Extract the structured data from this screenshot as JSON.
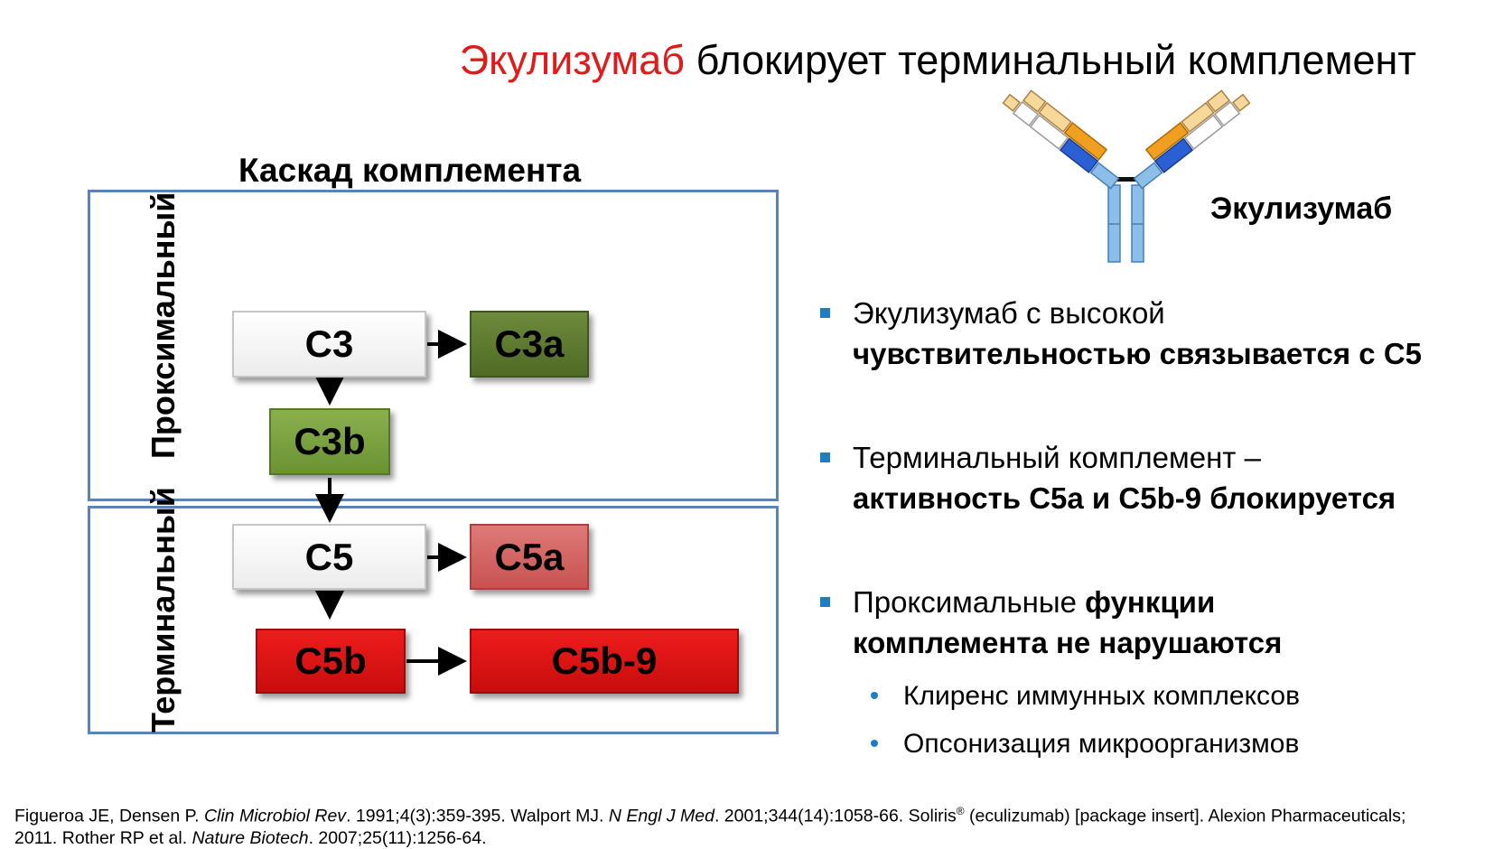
{
  "title": {
    "highlight": "Экулизумаб",
    "rest": " блокирует терминальный комплемент",
    "highlight_color": "#e11a1a"
  },
  "cascade": {
    "heading": "Каскад комплемента",
    "proximal_label": "Проксимальный",
    "terminal_label": "Терминальный",
    "box_color": "#5b83b8",
    "nodes": {
      "c3": "C3",
      "c3a": "C3a",
      "c3b": "C3b",
      "c5": "C5",
      "c5a": "C5a",
      "c5b": "C5b",
      "c5b9": "C5b-9"
    }
  },
  "antibody": {
    "label": "Экулизумаб",
    "icon": "antibody-icon"
  },
  "bullets": {
    "marker_color": "#1f7dc4",
    "b1": {
      "plain": "Экулизумаб с высокой ",
      "bold": "чувствительностью связывается с С5"
    },
    "b2": {
      "plain": "Терминальный комплемент – ",
      "bold": "активность С5а и С5b-9 блокируется"
    },
    "b3": {
      "plain": "Проксимальные ",
      "bold": "функции комплемента не нарушаются"
    },
    "sub1": "Клиренс иммунных комплексов",
    "sub2": "Опсонизация микроорганизмов"
  },
  "footnote": {
    "p1": "Figueroa JE, Densen P. ",
    "j1": "Clin Microbiol Rev",
    "p2": ". 1991;4(3):359-395. Walport MJ. ",
    "j2": "N Engl J Med",
    "p3": ". 2001;344(14):1058-66. Soliris",
    "reg": "®",
    "p4": " (eculizumab) [package insert]. Alexion Pharmaceuticals; 2011. Rother RP et al. ",
    "j3": "Nature Biotech",
    "p5": ". 2007;25(11):1256-64."
  }
}
